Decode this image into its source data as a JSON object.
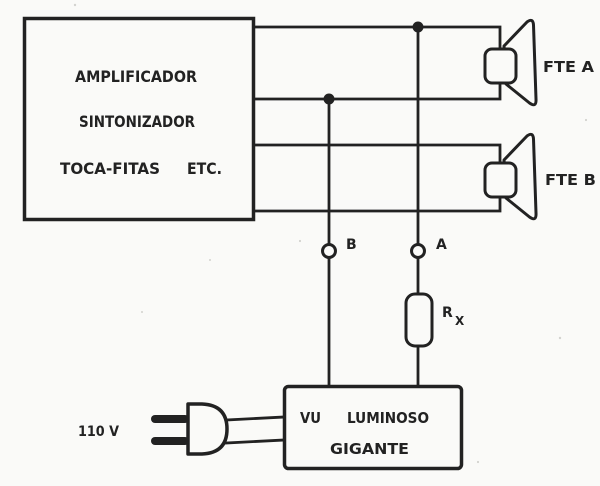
{
  "colors": {
    "ink": "#222222",
    "paper": "#fafaf8"
  },
  "source_box": {
    "line1": "AMPLIFICADOR",
    "line2": "SINTONIZADOR",
    "line3_left": "TOCA-FITAS",
    "line3_right": "ETC."
  },
  "speaker_a": {
    "label": "FTE A"
  },
  "speaker_b": {
    "label": "FTE B"
  },
  "tap_points": {
    "b_label": "B",
    "a_label": "A"
  },
  "resistor": {
    "label": "R",
    "subscript": "X"
  },
  "vu_box": {
    "word1": "VU",
    "word2": "LUMINOSO",
    "line2": "GIGANTE"
  },
  "power": {
    "voltage": "110 V"
  }
}
